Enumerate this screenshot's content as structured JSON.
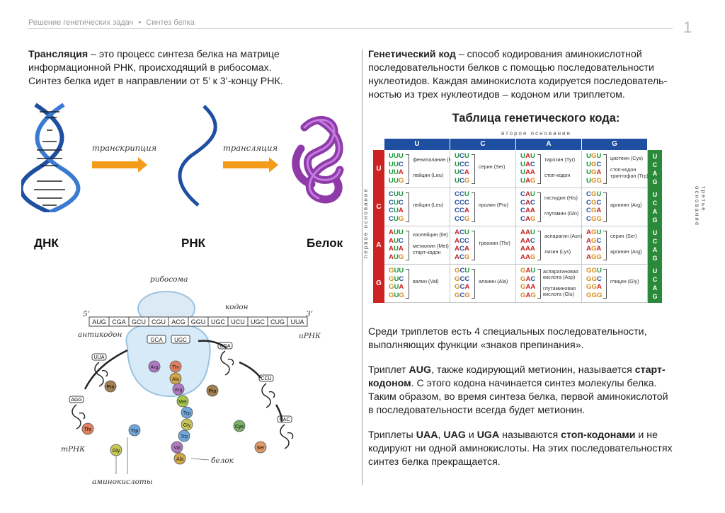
{
  "header": {
    "chapter": "Решение генетических задач",
    "separator": "•",
    "section": "Синтез белка",
    "page_number": "1"
  },
  "left": {
    "translation_term": "Трансляция",
    "translation_lines": [
      " – это процесс синтеза белка на матрице",
      "информационной РНК, происходящий в рибосомах.",
      "Синтез белка идет в направлении от 5’ к 3’-концу РНК."
    ],
    "arrow1_label": "транскрипция",
    "arrow2_label": "трансляция",
    "dna_label": "ДНК",
    "rna_label": "РНК",
    "protein_label": "Белок",
    "ribosome": {
      "ribosome_label": "рибосома",
      "codon_label": "кодон",
      "anticodon_label": "антикодон",
      "mrna_label": "иРНК",
      "trna_label": "тРНК",
      "aminoacids_label": "аминокислоты",
      "protein_label": "белок",
      "five_prime": "5’",
      "three_prime": "3’",
      "mrna_sequence": [
        "AUG",
        "CGA",
        "GCU",
        "CGU",
        "ACG",
        "GGU",
        "UGC",
        "UCU",
        "UGC",
        "CUG",
        "UUA"
      ],
      "anticodons_top": [
        "GCA",
        "UGC"
      ],
      "chain": [
        "Arg",
        "Thr",
        "Ala",
        "Arg",
        "Met",
        "Trp",
        "Gly",
        "Trp",
        "Val",
        "Ala"
      ],
      "trna_left": [
        {
          "anticodon": "UUA",
          "aa": "Pro"
        },
        {
          "anticodon": "AGG",
          "aa": "Thr"
        }
      ],
      "trna_right": [
        {
          "anticodon": "CGA",
          "aa": ""
        },
        {
          "anticodon": "CCU",
          "aa": ""
        },
        {
          "anticodon": "UAC",
          "aa": ""
        }
      ],
      "free_aa": [
        "Pro",
        "Trp",
        "Gly",
        "Cys",
        "Ser"
      ]
    }
  },
  "right": {
    "code_term": "Генетический код",
    "code_lines": [
      " – способ кодирования аминокислотной",
      "последовательности белков с помощью последовательности",
      "нуклеотидов. Каждая аминокислота кодируется последователь-",
      "ностью из трех нуклеотидов – кодоном или триплетом."
    ],
    "table_title": "Таблица генетического кода:",
    "second_base_label": "второе основание",
    "first_base_label": "первое основание",
    "third_base_label": "третье основание",
    "bases": [
      "U",
      "C",
      "A",
      "G"
    ],
    "third_col": "UCAG",
    "cells": [
      [
        {
          "codons": [
            "UUU",
            "UUC",
            "UUA",
            "UUG"
          ],
          "aa": [
            "фенилаланин (Phe)",
            "лейцин (Leu)"
          ]
        },
        {
          "codons": [
            "UCU",
            "UCC",
            "UCA",
            "UCG"
          ],
          "aa": [
            "серин (Ser)"
          ]
        },
        {
          "codons": [
            "UAU",
            "UAC",
            "UAA",
            "UAG"
          ],
          "aa": [
            "тирозин (Tyr)",
            "стоп-кодон"
          ]
        },
        {
          "codons": [
            "UGU",
            "UGC",
            "UGA",
            "UGG"
          ],
          "aa": [
            "цистеин (Cys)",
            "стоп-кодон",
            "триптофан (Trp)"
          ]
        }
      ],
      [
        {
          "codons": [
            "CUU",
            "CUC",
            "CUA",
            "CUG"
          ],
          "aa": [
            "лейцин (Leu)"
          ]
        },
        {
          "codons": [
            "CCU",
            "CCC",
            "CCA",
            "CCG"
          ],
          "aa": [
            "пролин (Pro)"
          ]
        },
        {
          "codons": [
            "CAU",
            "CAC",
            "CAA",
            "CAG"
          ],
          "aa": [
            "гистидин (His)",
            "глутамин (Gln)"
          ]
        },
        {
          "codons": [
            "CGU",
            "CGC",
            "CGA",
            "CGG"
          ],
          "aa": [
            "аргинин (Arg)"
          ]
        }
      ],
      [
        {
          "codons": [
            "AUU",
            "AUC",
            "AUA",
            "AUG"
          ],
          "aa": [
            "изолейцин (Ile)",
            "метионин (Met)",
            "старт-кодон"
          ]
        },
        {
          "codons": [
            "ACU",
            "ACC",
            "ACA",
            "ACG"
          ],
          "aa": [
            "треонин (Thr)"
          ]
        },
        {
          "codons": [
            "AAU",
            "AAC",
            "AAA",
            "AAG"
          ],
          "aa": [
            "аспарагин (Asn)",
            "лизин (Lys)"
          ]
        },
        {
          "codons": [
            "AGU",
            "AGC",
            "AGA",
            "AGG"
          ],
          "aa": [
            "серин (Ser)",
            "аргинин (Arg)"
          ]
        }
      ],
      [
        {
          "codons": [
            "GUU",
            "GUC",
            "GUA",
            "GUG"
          ],
          "aa": [
            "валин (Val)"
          ]
        },
        {
          "codons": [
            "GCU",
            "GCC",
            "GCA",
            "GCG"
          ],
          "aa": [
            "аланин (Ala)"
          ]
        },
        {
          "codons": [
            "GAU",
            "GAC",
            "GAA",
            "GAG"
          ],
          "aa": [
            "аспарагиновая",
            "кислота (Asp)",
            "глутаминовая",
            "кислота (Glu)"
          ]
        },
        {
          "codons": [
            "GGU",
            "GGC",
            "GGA",
            "GGG"
          ],
          "aa": [
            "глицин (Gly)"
          ]
        }
      ]
    ],
    "special_lines": [
      "Среди триплетов есть 4 специальных последовательности,",
      "выполняющих функции «знаков препинания»."
    ],
    "start_p": {
      "l1a": "Триплет ",
      "l1b": "AUG",
      "l1c": ", также кодирующий метионин, называется ",
      "l1d": "старт-",
      "l2a": "кодоном",
      "l2b": ". С этого кодона начинается синтез молекулы белка.",
      "l3": "Таким образом, во время синтеза белка, первой аминокислотой",
      "l4": "в последовательности всегда будет метионин."
    },
    "stop_p": {
      "l1a": "Триплеты ",
      "l1b": "UAA",
      "l1c": ", ",
      "l1d": "UAG",
      "l1e": " и ",
      "l1f": "UGA",
      "l1g": " называются ",
      "l1h": "стоп-кодонами",
      "l1i": " и не",
      "l2": "кодируют ни одной аминокислоты. На этих последовательностях",
      "l3": "синтез белка прекращается."
    }
  },
  "colors": {
    "U": "#1a9a3a",
    "C": "#1f4fa0",
    "A": "#cc2222",
    "G": "#d98a1a",
    "col_head": "#1f4fa0",
    "row_head": "#cc2222",
    "third": "#2a8a3a",
    "arrow": "#f39c1a",
    "protein": "#8e3aa8",
    "dna": "#1f4fa0"
  }
}
